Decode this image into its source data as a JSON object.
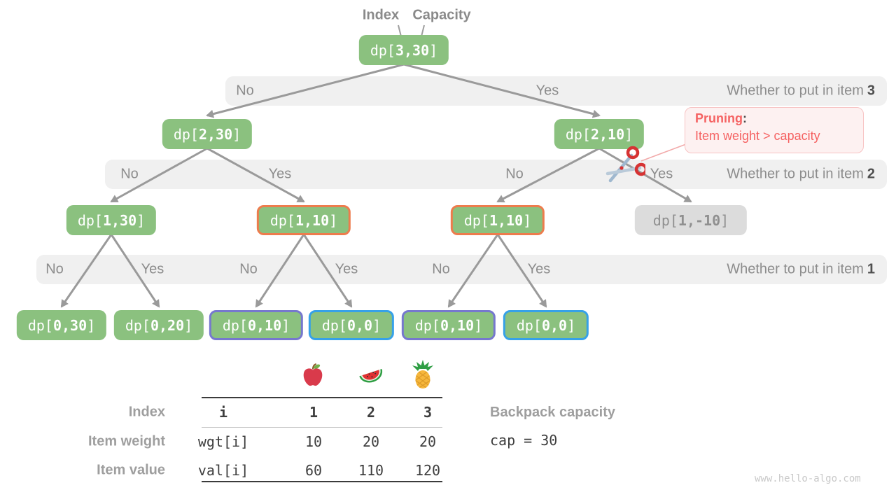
{
  "pointer_labels": {
    "index": "Index",
    "capacity": "Capacity"
  },
  "tree": {
    "nodes": [
      {
        "id": "n330",
        "prefix": "dp[",
        "args": "3,30",
        "suffix": "]",
        "variant": "green"
      },
      {
        "id": "n230",
        "prefix": "dp[",
        "args": "2,30",
        "suffix": "]",
        "variant": "green"
      },
      {
        "id": "n210",
        "prefix": "dp[",
        "args": "2,10",
        "suffix": "]",
        "variant": "green"
      },
      {
        "id": "n130",
        "prefix": "dp[",
        "args": "1,30",
        "suffix": "]",
        "variant": "green"
      },
      {
        "id": "n110a",
        "prefix": "dp[",
        "args": "1,10",
        "suffix": "]",
        "variant": "orange"
      },
      {
        "id": "n110b",
        "prefix": "dp[",
        "args": "1,10",
        "suffix": "]",
        "variant": "orange"
      },
      {
        "id": "n1m10",
        "prefix": "dp[",
        "args": "1,-10",
        "suffix": "]",
        "variant": "gray"
      },
      {
        "id": "n030",
        "prefix": "dp[",
        "args": "0,30",
        "suffix": "]",
        "variant": "green"
      },
      {
        "id": "n020",
        "prefix": "dp[",
        "args": "0,20",
        "suffix": "]",
        "variant": "green"
      },
      {
        "id": "n010a",
        "prefix": "dp[",
        "args": "0,10",
        "suffix": "]",
        "variant": "purple"
      },
      {
        "id": "n000a",
        "prefix": "dp[",
        "args": "0,0",
        "suffix": "]",
        "variant": "blue"
      },
      {
        "id": "n010b",
        "prefix": "dp[",
        "args": "0,10",
        "suffix": "]",
        "variant": "purple"
      },
      {
        "id": "n000b",
        "prefix": "dp[",
        "args": "0,0",
        "suffix": "]",
        "variant": "blue"
      }
    ],
    "edges": [
      {
        "from": "n330",
        "to": "n230"
      },
      {
        "from": "n330",
        "to": "n210"
      },
      {
        "from": "n230",
        "to": "n130"
      },
      {
        "from": "n230",
        "to": "n110a"
      },
      {
        "from": "n210",
        "to": "n110b"
      },
      {
        "from": "n210",
        "to": "n1m10",
        "cut": true
      },
      {
        "from": "n130",
        "to": "n030"
      },
      {
        "from": "n130",
        "to": "n020"
      },
      {
        "from": "n110a",
        "to": "n010a"
      },
      {
        "from": "n110a",
        "to": "n000a"
      },
      {
        "from": "n110b",
        "to": "n010b"
      },
      {
        "from": "n110b",
        "to": "n000b"
      }
    ]
  },
  "bands": [
    {
      "question": "Whether to put in item",
      "item": "3",
      "decisions": [
        "No",
        "Yes"
      ]
    },
    {
      "question": "Whether to put in item",
      "item": "2",
      "decisions": [
        "No",
        "Yes",
        "No",
        "Yes"
      ]
    },
    {
      "question": "Whether to put in item",
      "item": "1",
      "decisions": [
        "No",
        "Yes",
        "No",
        "Yes",
        "No",
        "Yes"
      ]
    }
  ],
  "pruning": {
    "title": "Pruning",
    "colon": ":",
    "body": "Item weight > capacity"
  },
  "icons": [
    "scissors-icon",
    "apple-icon",
    "watermelon-icon",
    "pineapple-icon"
  ],
  "table": {
    "rows": [
      {
        "label": "Index",
        "cells": [
          "i",
          "1",
          "2",
          "3"
        ],
        "bold": true
      },
      {
        "label": "Item weight",
        "cells": [
          "wgt[i]",
          "10",
          "20",
          "20"
        ],
        "bold": false
      },
      {
        "label": "Item value",
        "cells": [
          "val[i]",
          "60",
          "110",
          "120"
        ],
        "bold": false
      }
    ]
  },
  "capacity_note": {
    "title": "Backpack capacity",
    "code": "cap = 30"
  },
  "meta": {
    "watermark": "www.hello-algo.com"
  },
  "colors": {
    "node-green": "#8BC17F",
    "node-gray-bg": "#DCDCDC",
    "node-gray-text": "#8F8F8F",
    "border-orange": "#ED7C4D",
    "border-purple": "#7678CE",
    "border-blue": "#36A1E8",
    "band-bg": "#F0F0F0",
    "arrow": "#9A9A9A",
    "label-gray": "#8A8A8A",
    "pruning-red": "#F56262",
    "pruning-bg": "#FDF1F1",
    "pruning-border": "#F7C3C3"
  }
}
